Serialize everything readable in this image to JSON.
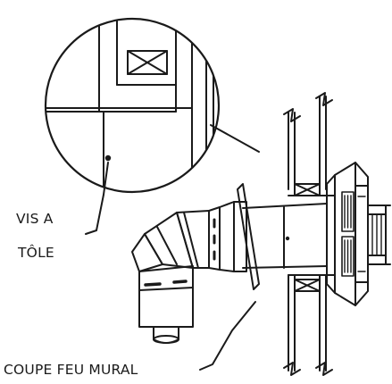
{
  "labels": {
    "screw_line1": "VIS A",
    "screw_line2": "TÔLE",
    "firestop": "COUPE FEU MURAL"
  },
  "colors": {
    "ink": "#1a1a1a",
    "background": "#ffffff"
  }
}
